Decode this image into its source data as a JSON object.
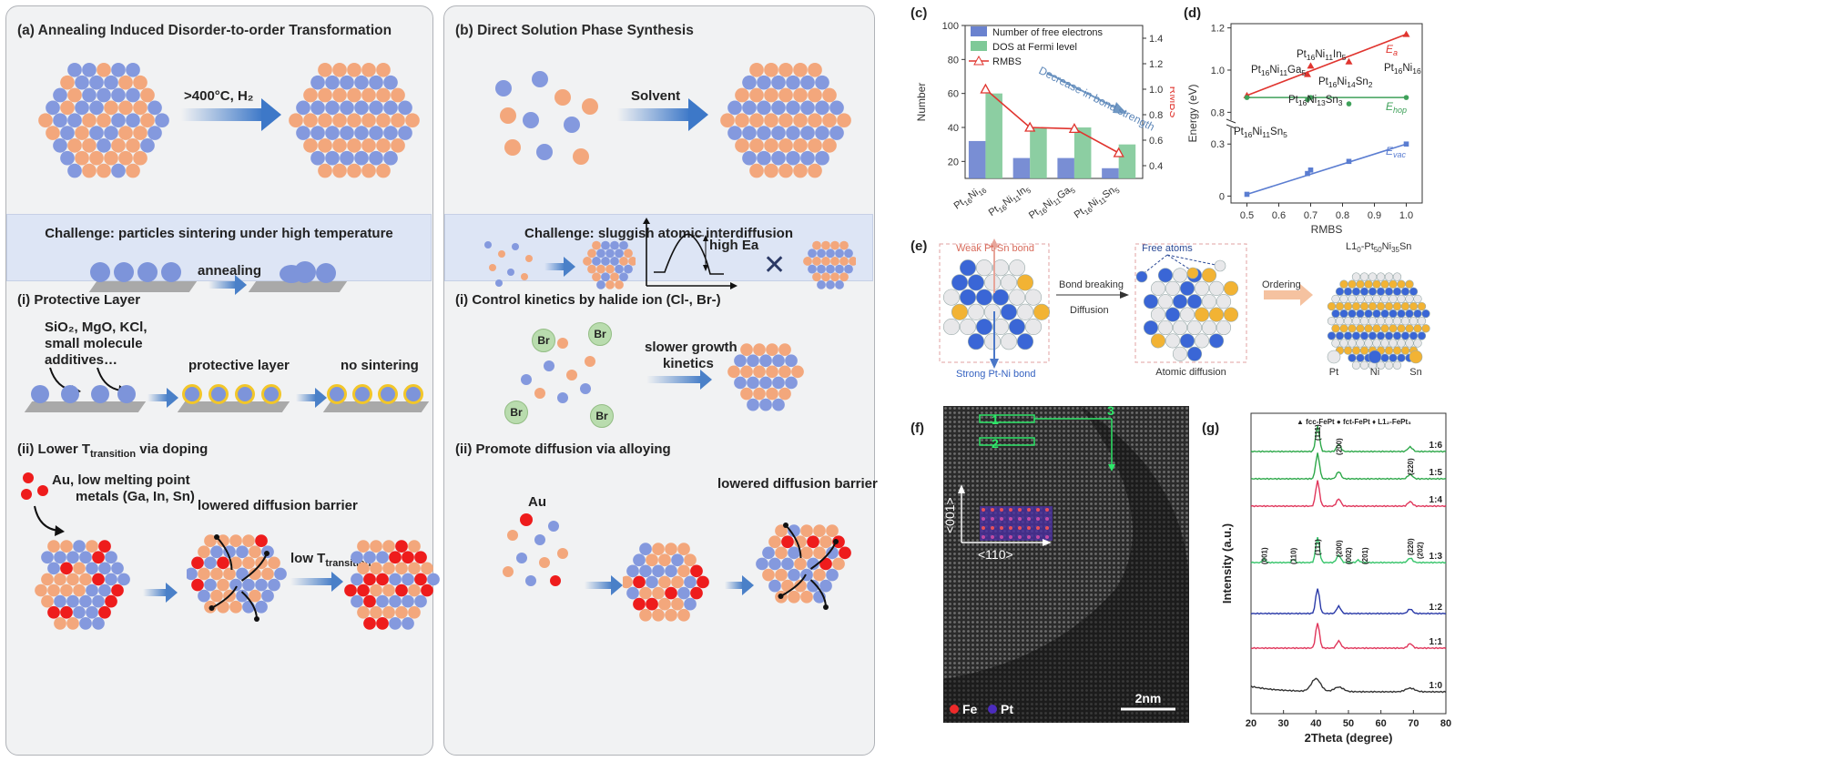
{
  "panel_a": {
    "title": "(a) Annealing Induced Disorder-to-order Transformation",
    "anneal_condition": ">400°C, H₂",
    "challenge": "Challenge: particles sintering under high temperature",
    "annealing_label": "annealing",
    "i_title": "(i) Protective Layer",
    "additives": [
      "SiO₂, MgO, KCl,",
      "small molecule",
      "additives…"
    ],
    "protective_label": "protective layer",
    "no_sintering_label": "no sintering",
    "ii_title_pre": "(ii) Lower T",
    "ii_title_sub": "transition",
    "ii_title_post": " via doping",
    "dopants": [
      "Au, low melting point",
      "metals (Ga, In, Sn)"
    ],
    "barrier_label": "lowered diffusion barrier",
    "low_t_pre": "low T",
    "low_t_sub": "transition"
  },
  "panel_b": {
    "title": "(b) Direct Solution Phase Synthesis",
    "solvent_label": "Solvent",
    "challenge": "Challenge: sluggish atomic interdiffusion",
    "high_ea_label": "high Ea",
    "i_title": "(i) Control kinetics by halide ion (Cl-, Br-)",
    "br_label": "Br",
    "growth_label": [
      "slower growth",
      "kinetics"
    ],
    "ii_title": "(ii) Promote diffusion via alloying",
    "au_label": "Au",
    "barrier_label": "lowered diffusion barrier"
  },
  "panel_c": {
    "letter": "(c)",
    "legend": [
      "Number of free electrons",
      "DOS at Fermi level",
      "RMBS"
    ],
    "left_ticks": [
      "20",
      "40",
      "60",
      "80",
      "100"
    ],
    "right_ticks": [
      "0.4",
      "0.6",
      "0.8",
      "1.0",
      "1.2",
      "1.4"
    ],
    "left_axis": "Number",
    "right_axis": "RMBS",
    "annotation": "Decrease in bond strength",
    "categories": [
      {
        "base": "Pt",
        "s1": "16",
        "mid": "Ni",
        "s2": "16",
        "tail": "",
        "s3": ""
      },
      {
        "base": "Pt",
        "s1": "16",
        "mid": "Ni",
        "s2": "11",
        "tail": "In",
        "s3": "5"
      },
      {
        "base": "Pt",
        "s1": "16",
        "mid": "Ni",
        "s2": "11",
        "tail": "Ga",
        "s3": "5"
      },
      {
        "base": "Pt",
        "s1": "16",
        "mid": "Ni",
        "s2": "11",
        "tail": "Sn",
        "s3": "5"
      }
    ],
    "colors": {
      "free_electrons": "#6a82cf",
      "dos": "#7fc998",
      "rmbs": "#e0352f"
    }
  },
  "panel_d": {
    "letter": "(d)",
    "x_label": "RMBS",
    "y_label": "Energy (eV)",
    "x_ticks": [
      "0.5",
      "0.6",
      "0.7",
      "0.8",
      "0.9",
      "1.0"
    ],
    "y_ticks_top": [
      "1.2",
      "1.0",
      "0.8"
    ],
    "y_ticks_bottom": [
      "0.3",
      "0"
    ],
    "ea_base": "E",
    "ea_sub": "a",
    "ehop_base": "E",
    "ehop_sub": "hop",
    "evac_base": "E",
    "evac_sub": "vac",
    "compounds": [
      {
        "text": "Pt",
        "s1": "16",
        "m": "Ni",
        "s2": "11",
        "t": "In",
        "s3": "5"
      },
      {
        "text": "Pt",
        "s1": "16",
        "m": "Ni",
        "s2": "11",
        "t": "Ga",
        "s3": "5"
      },
      {
        "text": "Pt",
        "s1": "16",
        "m": "Ni",
        "s2": "14",
        "t": "Sn",
        "s3": "2"
      },
      {
        "text": "Pt",
        "s1": "16",
        "m": "Ni",
        "s2": "13",
        "t": "Sn",
        "s3": "3"
      },
      {
        "text": "Pt",
        "s1": "16",
        "m": "Ni",
        "s2": "16",
        "t": "",
        "s3": ""
      },
      {
        "text": "Pt",
        "s1": "16",
        "m": "Ni",
        "s2": "11",
        "t": "Sn",
        "s3": "5"
      }
    ]
  },
  "panel_e": {
    "letter": "(e)",
    "weak_bond": "Weak Pt-Sn bond",
    "strong_bond": "Strong Pt-Ni bond",
    "bond_breaking": "Bond breaking",
    "diffusion": "Diffusion",
    "free_atoms": "Free atoms",
    "atomic_diffusion": "Atomic diffusion",
    "ordering": "Ordering",
    "product_pre": "L1",
    "product_s0": "0",
    "product_mid": "-Pt",
    "product_s1": "50",
    "product_mid2": "Ni",
    "product_s2": "35",
    "product_tail": "Sn",
    "legend": [
      "Pt",
      "Ni",
      "Sn"
    ]
  },
  "panel_f": {
    "letter": "(f)",
    "labels": [
      "1",
      "2",
      "3"
    ],
    "dir_001": "<001>",
    "dir_110": "<110>",
    "scale": "2nm",
    "legend": [
      "Fe",
      "Pt"
    ]
  },
  "panel_g": {
    "letter": "(g)",
    "legend": [
      "▲ fcc-FePt",
      "● fct-FePt",
      "♦ L1₂-FePt₃"
    ],
    "x_label": "2Theta (degree)",
    "y_label": "Intensity (a.u.)",
    "x_ticks": [
      "20",
      "30",
      "40",
      "50",
      "60",
      "70",
      "80"
    ],
    "ratios": [
      "1:6",
      "1:5",
      "1:4",
      "1:3",
      "1:2",
      "1:1",
      "1:0"
    ],
    "peaks": [
      "(111)",
      "(200)",
      "(220)",
      "(001)",
      "(110)",
      "(111)",
      "(200)",
      "(002)",
      "(201)",
      "(220)",
      "(202)"
    ]
  },
  "chart_data": [
    {
      "type": "bar",
      "title": "",
      "categories": [
        "Pt16Ni16",
        "Pt16Ni11In5",
        "Pt16Ni11Ga5",
        "Pt16Ni11Sn5"
      ],
      "series": [
        {
          "name": "Number of free electrons",
          "values": [
            32,
            22,
            22,
            16
          ]
        },
        {
          "name": "DOS at Fermi level",
          "values": [
            60,
            40,
            40,
            30
          ]
        },
        {
          "name": "RMBS",
          "axis": "right",
          "values": [
            1.0,
            0.7,
            0.69,
            0.5
          ]
        }
      ],
      "ylabel": "Number",
      "ylabel_right": "RMBS",
      "ylim": [
        10,
        100
      ],
      "ylim_right": [
        0.3,
        1.5
      ]
    },
    {
      "type": "line",
      "xlabel": "RMBS",
      "ylabel": "Energy (eV)",
      "xlim": [
        0.45,
        1.05
      ],
      "series": [
        {
          "name": "Ea",
          "x": [
            0.5,
            0.69,
            0.7,
            0.82,
            1.0
          ],
          "y": [
            0.88,
            0.98,
            1.02,
            1.04,
            1.17
          ]
        },
        {
          "name": "Ehop",
          "x": [
            0.5,
            0.69,
            0.7,
            0.82,
            1.0
          ],
          "y": [
            0.87,
            0.86,
            0.87,
            0.84,
            0.87
          ]
        },
        {
          "name": "Evac",
          "x": [
            0.5,
            0.69,
            0.7,
            0.82,
            1.0
          ],
          "y": [
            0.01,
            0.13,
            0.15,
            0.2,
            0.3
          ]
        }
      ]
    },
    {
      "type": "line",
      "xlabel": "2Theta (degree)",
      "ylabel": "Intensity (a.u.)",
      "xlim": [
        20,
        80
      ],
      "series": [
        {
          "name": "1:6",
          "color": "#2ea84a"
        },
        {
          "name": "1:5",
          "color": "#2ea84a"
        },
        {
          "name": "1:4",
          "color": "#e0365b"
        },
        {
          "name": "1:3",
          "color": "#36c46a"
        },
        {
          "name": "1:2",
          "color": "#2a3aa8"
        },
        {
          "name": "1:1",
          "color": "#e0365b"
        },
        {
          "name": "1:0",
          "color": "#333333"
        }
      ]
    }
  ]
}
